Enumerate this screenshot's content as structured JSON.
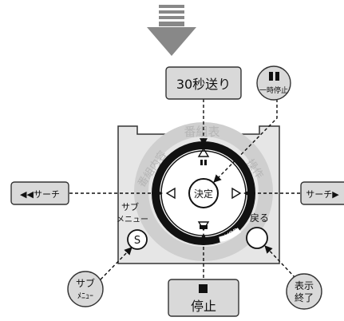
{
  "remote": {
    "panel_labels": {
      "top": "番組表",
      "left": "番組内容",
      "right": "操作"
    },
    "center_button": "決定",
    "vod_label": "VOD",
    "sub_menu_button": {
      "label_top": "サブ",
      "label_bottom": "メニュー",
      "letter": "S"
    },
    "back_label": "戻る"
  },
  "callouts": {
    "skip_30s": "30秒送り",
    "pause_line1": "一時停止",
    "rewind": "◀◀サーチ",
    "forward": "サーチ▶",
    "stop": "停止",
    "sub_menu_line1": "サブ",
    "sub_menu_line2": "ﾒﾆｭｰ",
    "display_end_line1": "表示",
    "display_end_line2": "終了"
  },
  "colors": {
    "panel": "#e6e6e6",
    "callout_box": "#d9d9d9",
    "arrow": "#888888",
    "ring": "#111111"
  }
}
